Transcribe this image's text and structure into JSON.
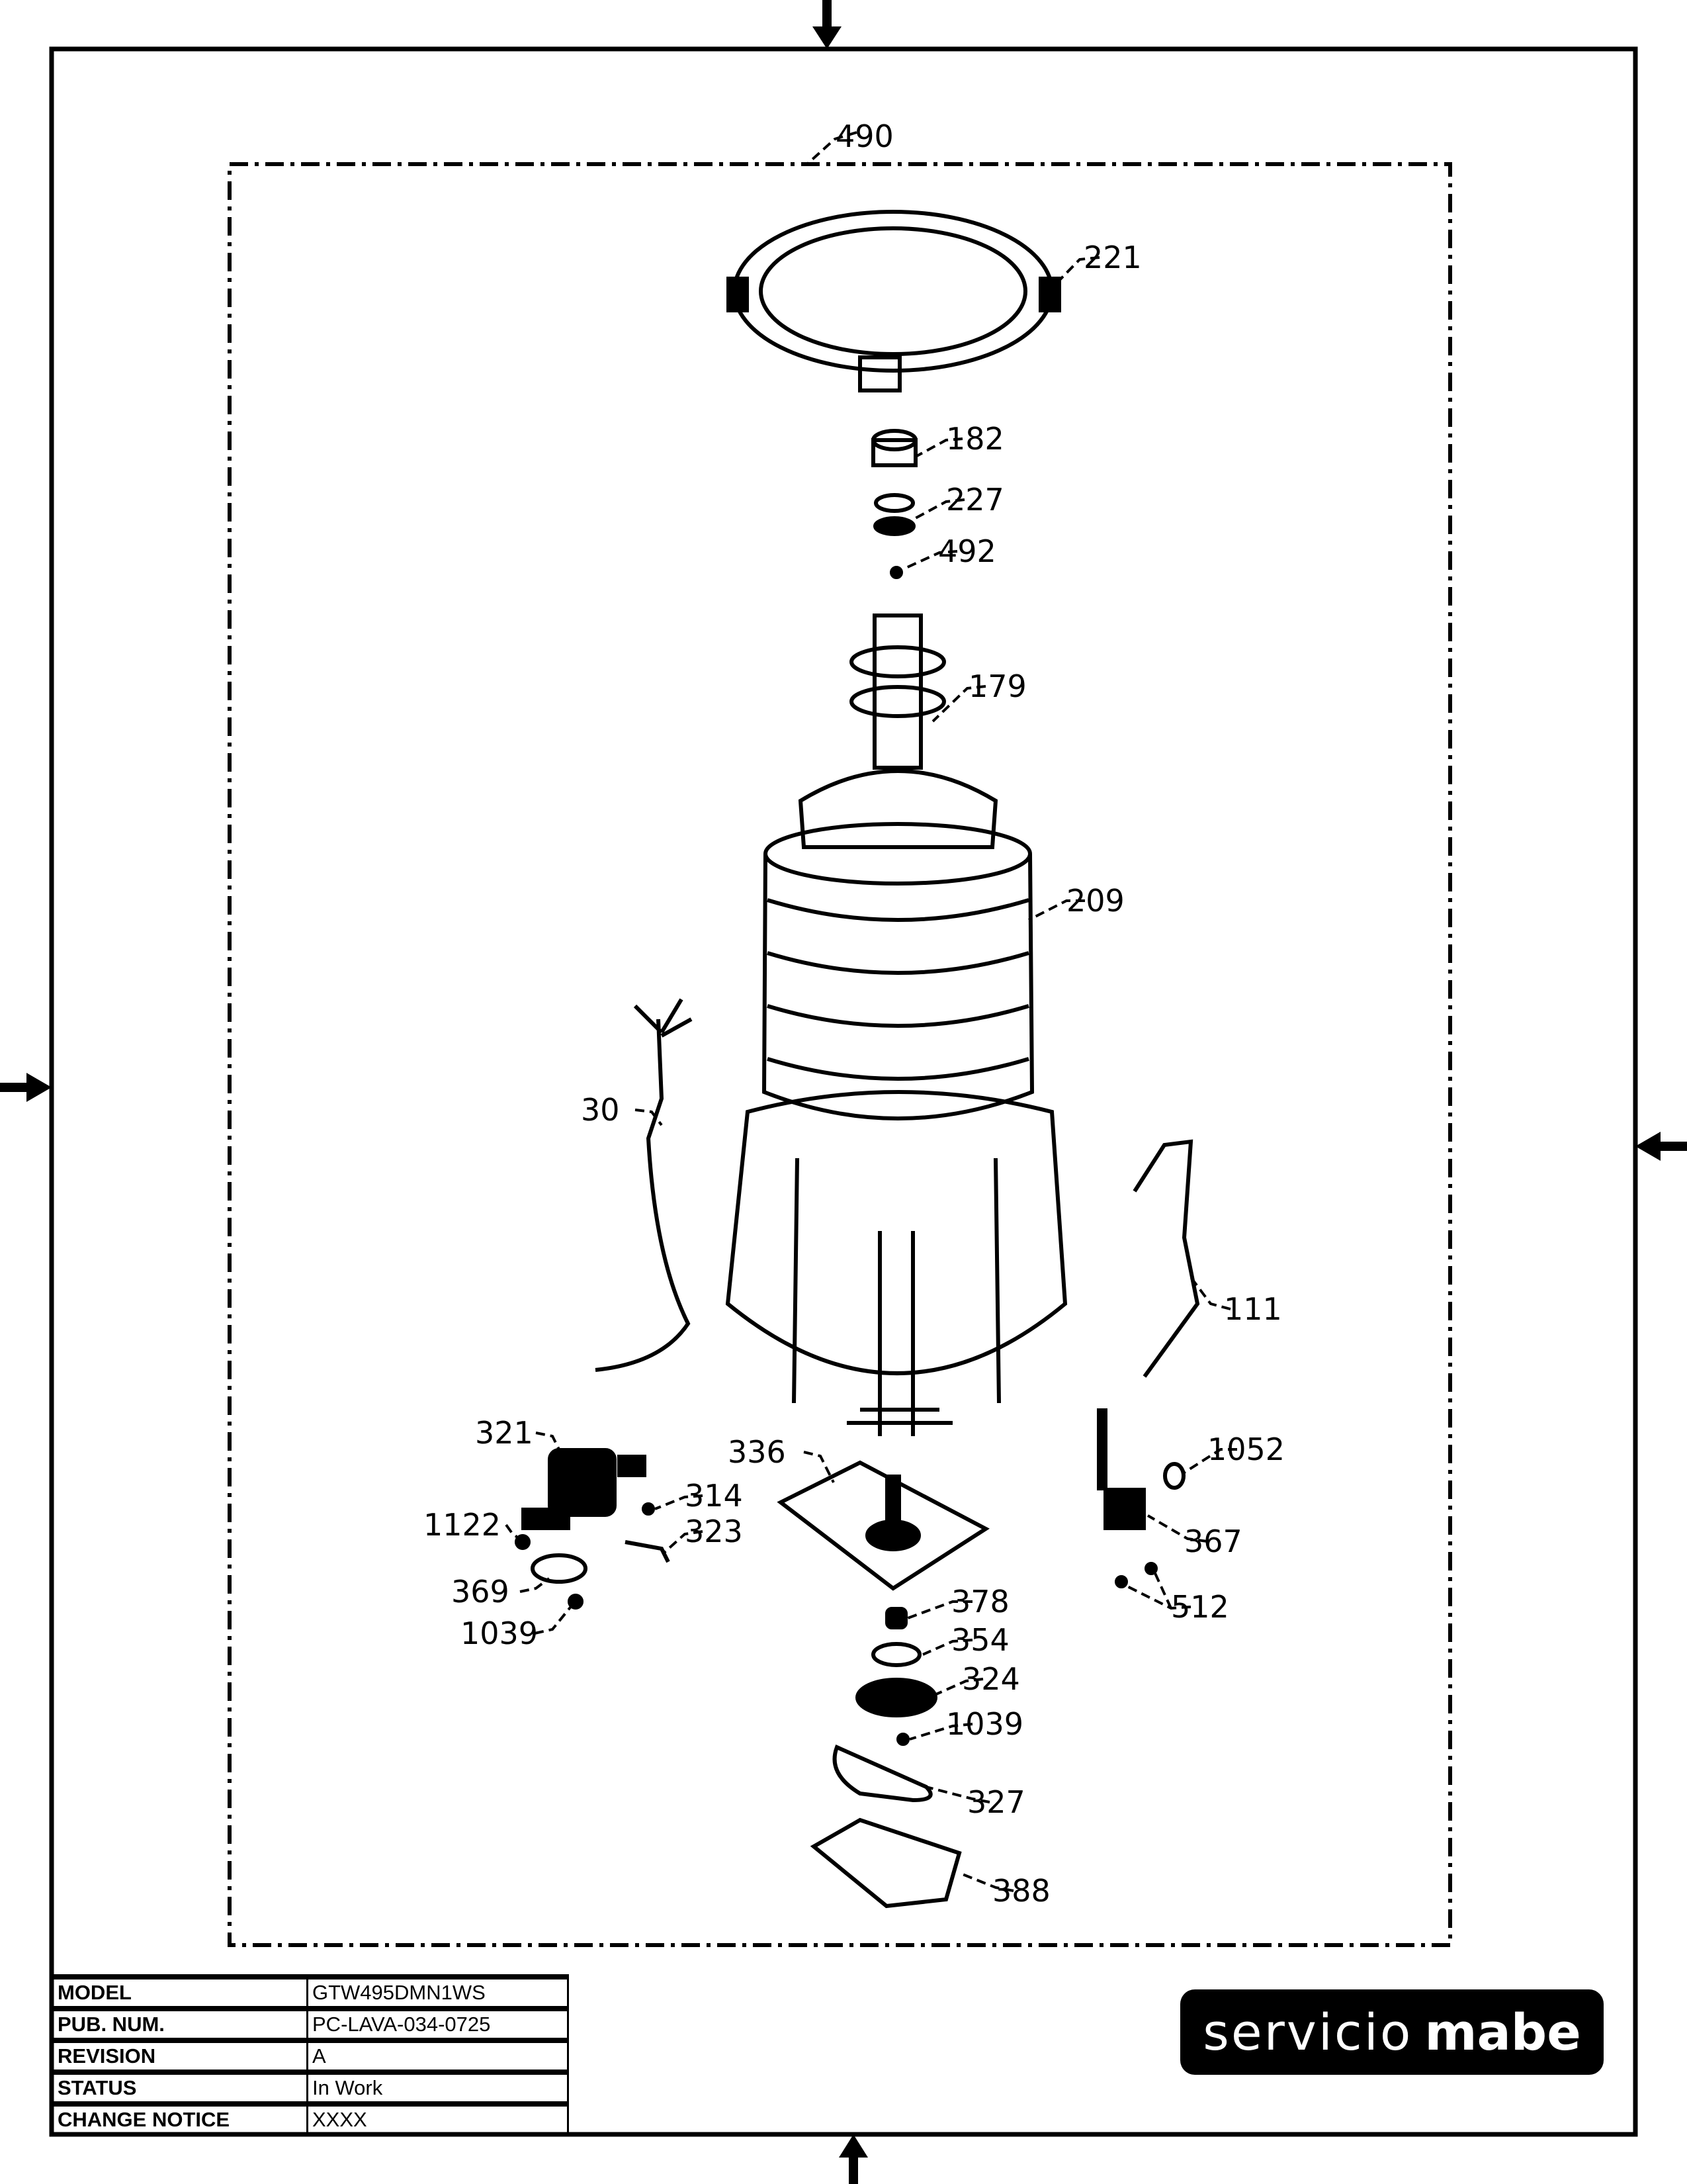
{
  "callouts": {
    "assembly": "490",
    "tub_ring": "221",
    "p182": "182",
    "p227": "227",
    "p492": "492",
    "agitator": "179",
    "basket": "209",
    "harness": "30",
    "hose": "111",
    "motor": "321",
    "mount_plate": "336",
    "p1052": "1052",
    "p314": "314",
    "p1122": "1122",
    "p323": "323",
    "pump": "367",
    "pulley_small": "369",
    "p378": "378",
    "screws": "512",
    "p1039a": "1039",
    "p354": "354",
    "pulley_large": "324",
    "p1039b": "1039",
    "belt": "327",
    "base": "388"
  },
  "title_block": {
    "rows": [
      {
        "label": "MODEL",
        "value": "GTW495DMN1WS"
      },
      {
        "label": "PUB. NUM.",
        "value": "PC-LAVA-034-0725"
      },
      {
        "label": "REVISION",
        "value": "A"
      },
      {
        "label": "STATUS",
        "value": "In Work"
      },
      {
        "label": "CHANGE NOTICE",
        "value": "XXXX"
      }
    ]
  },
  "logo": {
    "word1": "servicio",
    "word2": "mabe"
  }
}
